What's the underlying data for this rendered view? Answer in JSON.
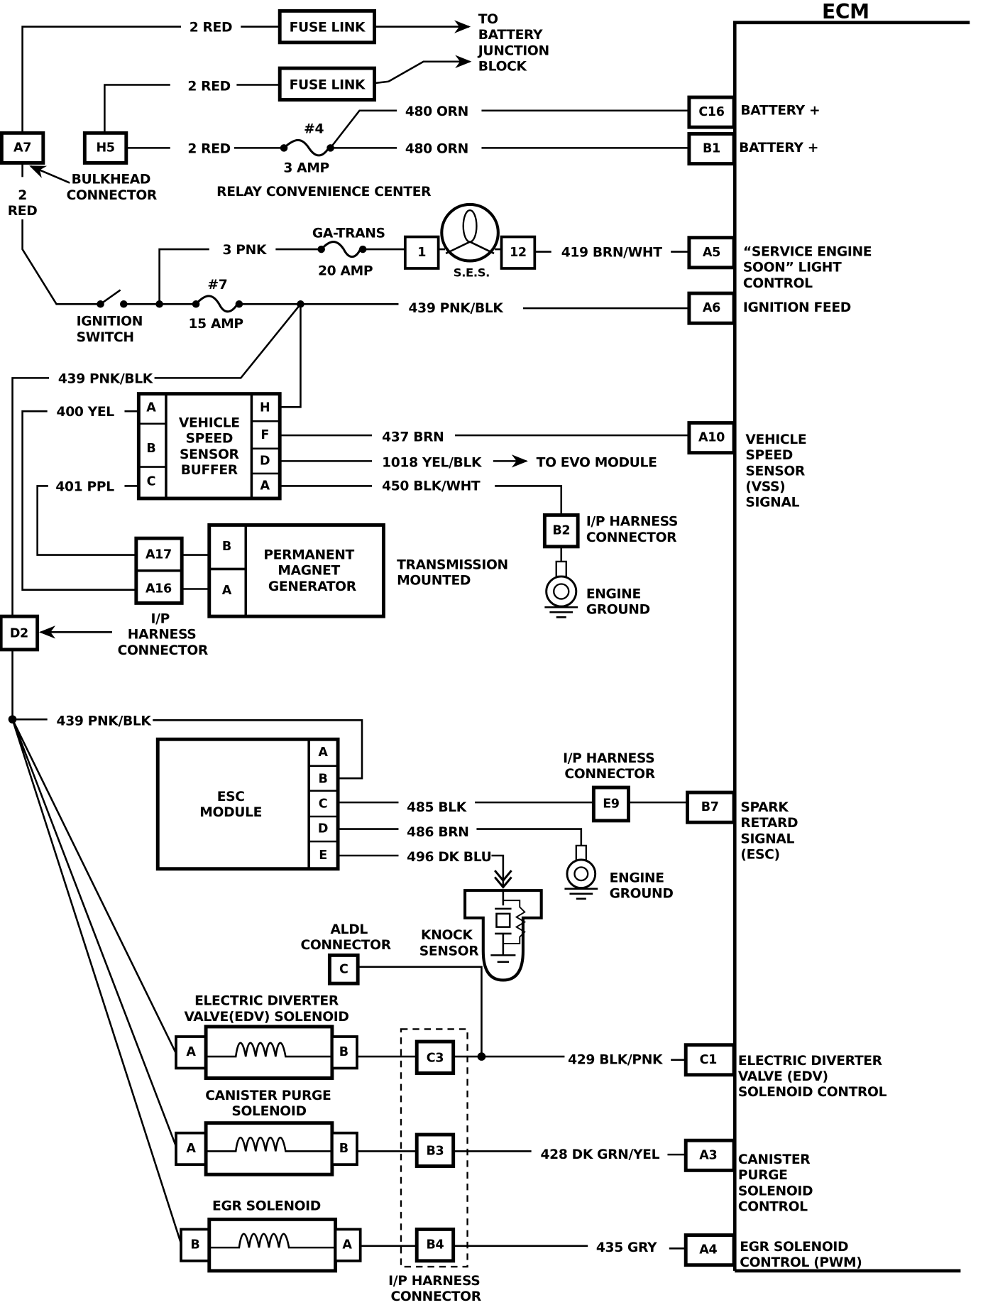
{
  "title": "ECM",
  "battery_feed": {
    "wire_top": "2 RED",
    "wire_second": "2 RED",
    "wire_third": "2 RED",
    "fuse_link_1": "FUSE LINK",
    "fuse_link_2": "FUSE LINK",
    "to_battery": [
      "TO",
      "BATTERY",
      "JUNCTION",
      "BLOCK"
    ],
    "connector_a7": "A7",
    "connector_h5": "H5",
    "bulkhead": [
      "BULKHEAD",
      "CONNECTOR"
    ],
    "a7_wire": [
      "2",
      "RED"
    ],
    "fuse4_num": "#4",
    "fuse4_amp": "3 AMP",
    "relay_center": "RELAY CONVENIENCE CENTER",
    "orn_wire_1": "480 ORN",
    "orn_wire_2": "480 ORN"
  },
  "ignition": {
    "switch": [
      "IGNITION",
      "SWITCH"
    ],
    "fuse7_num": "#7",
    "fuse7_amp": "15 AMP",
    "pnk_wire": "3 PNK",
    "ga_trans": "GA-TRANS",
    "ga_amp": "20 AMP",
    "ses_pin1": "1",
    "ses_pin12": "12",
    "ses_label": "S.E.S.",
    "ses_wire": "419 BRN/WHT",
    "feed_wire": "439 PNK/BLK",
    "feed_wire_2": "439 PNK/BLK"
  },
  "vss_buffer": {
    "name": [
      "VEHICLE",
      "SPEED",
      "SENSOR",
      "BUFFER"
    ],
    "left_pins": [
      "A",
      "B",
      "C"
    ],
    "right_pins": [
      "H",
      "F",
      "D",
      "A"
    ],
    "wire_yel": "400 YEL",
    "wire_ppl": "401 PPL",
    "wire_brn": "437 BRN",
    "wire_yelblk": "1018 YEL/BLK",
    "to_evo": "TO EVO MODULE",
    "wire_blkwht": "450 BLK/WHT",
    "b2": "B2",
    "b2_label": [
      "I/P HARNESS",
      "CONNECTOR"
    ],
    "ground_1": [
      "ENGINE",
      "GROUND"
    ]
  },
  "pmg": {
    "name": [
      "PERMANENT",
      "MAGNET",
      "GENERATOR"
    ],
    "pins": [
      "B",
      "A"
    ],
    "harness_pins": [
      "A17",
      "A16"
    ],
    "mounted": [
      "TRANSMISSION",
      "MOUNTED"
    ],
    "d2": "D2",
    "d2_label": [
      "I/P",
      "HARNESS",
      "CONNECTOR"
    ]
  },
  "esc": {
    "name": [
      "ESC",
      "MODULE"
    ],
    "pins": [
      "A",
      "B",
      "C",
      "D",
      "E"
    ],
    "wire_feed": "439 PNK/BLK",
    "wire_485": "485 BLK",
    "wire_486": "486 BRN",
    "wire_496": "496 DK BLU",
    "e9": "E9",
    "e9_label": [
      "I/P HARNESS",
      "CONNECTOR"
    ],
    "ground_2": [
      "ENGINE",
      "GROUND"
    ],
    "knock": [
      "KNOCK",
      "SENSOR"
    ],
    "aldl": [
      "ALDL",
      "CONNECTOR"
    ],
    "aldl_pin": "C"
  },
  "solenoids": [
    {
      "name": [
        "ELECTRIC DIVERTER",
        "VALVE(EDV) SOLENOID"
      ],
      "left_pin": "A",
      "right_pin": "B",
      "harness": "C3",
      "wire": "429 BLK/PNK",
      "ecm_pin": "C1"
    },
    {
      "name": [
        "CANISTER PURGE",
        "SOLENOID"
      ],
      "left_pin": "A",
      "right_pin": "B",
      "harness": "B3",
      "wire": "428 DK GRN/YEL",
      "ecm_pin": "A3"
    },
    {
      "name": [
        "EGR SOLENOID"
      ],
      "left_pin": "B",
      "right_pin": "A",
      "harness": "B4",
      "wire": "435 GRY",
      "ecm_pin": "A4"
    }
  ],
  "harness_bottom": [
    "I/P HARNESS",
    "CONNECTOR"
  ],
  "ecm_pins": [
    {
      "pin": "C16",
      "label": [
        "BATTERY +"
      ]
    },
    {
      "pin": "B1",
      "label": [
        "BATTERY +"
      ]
    },
    {
      "pin": "A5",
      "label": [
        "“SERVICE ENGINE",
        "SOON” LIGHT",
        "CONTROL"
      ]
    },
    {
      "pin": "A6",
      "label": [
        "IGNITION FEED"
      ]
    },
    {
      "pin": "A10",
      "label": [
        "VEHICLE",
        "SPEED",
        "SENSOR",
        "(VSS)",
        "SIGNAL"
      ]
    },
    {
      "pin": "B7",
      "label": [
        "SPARK",
        "RETARD",
        "SIGNAL",
        "(ESC)"
      ]
    },
    {
      "pin": "C1",
      "label": [
        "ELECTRIC DIVERTER",
        "VALVE (EDV)",
        "SOLENOID CONTROL"
      ]
    },
    {
      "pin": "A3",
      "label": [
        "CANISTER",
        "PURGE",
        "SOLENOID",
        "CONTROL"
      ]
    },
    {
      "pin": "A4",
      "label": [
        "EGR SOLENOID",
        "CONTROL (PWM)"
      ]
    }
  ]
}
